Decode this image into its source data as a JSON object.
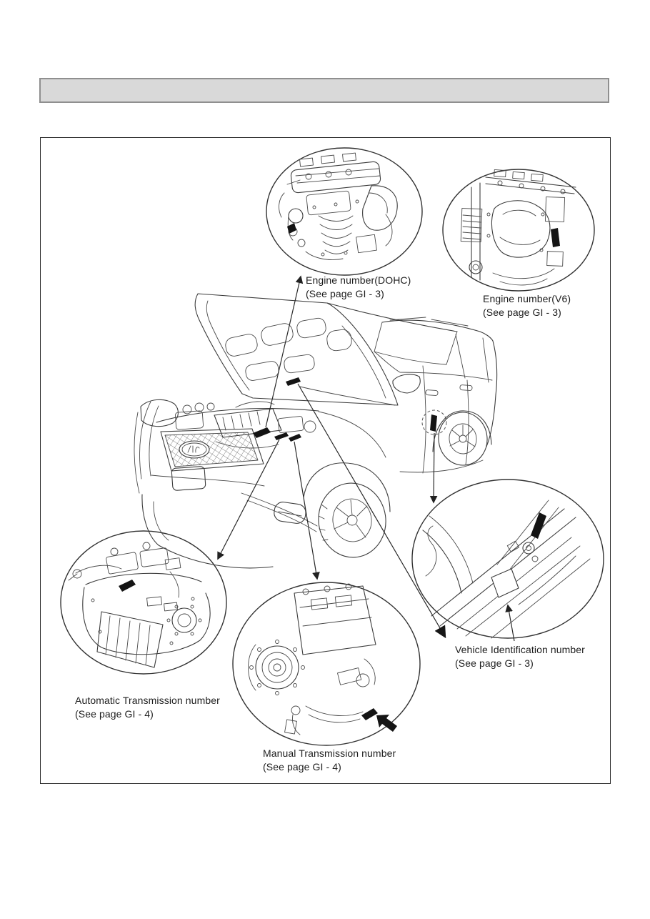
{
  "page": {
    "background_color": "#ffffff",
    "ink_color": "#3c3c3c",
    "header_bar": {
      "fill_color": "#d9d9d9",
      "border_color": "#8f8f8f"
    }
  },
  "diagram": {
    "callouts": [
      {
        "id": "engine-dohc",
        "line1": "Engine number(DOHC)",
        "line2": "(See page GI - 3)"
      },
      {
        "id": "engine-v6",
        "line1": "Engine number(V6)",
        "line2": "(See page GI - 3)"
      },
      {
        "id": "vin",
        "line1": "Vehicle Identification number",
        "line2": "(See page GI - 3)"
      },
      {
        "id": "auto-trans",
        "line1": "Automatic Transmission number",
        "line2": "(See page GI - 4)"
      },
      {
        "id": "manual-trans",
        "line1": "Manual Transmission number",
        "line2": "(See page GI - 4)"
      }
    ]
  }
}
